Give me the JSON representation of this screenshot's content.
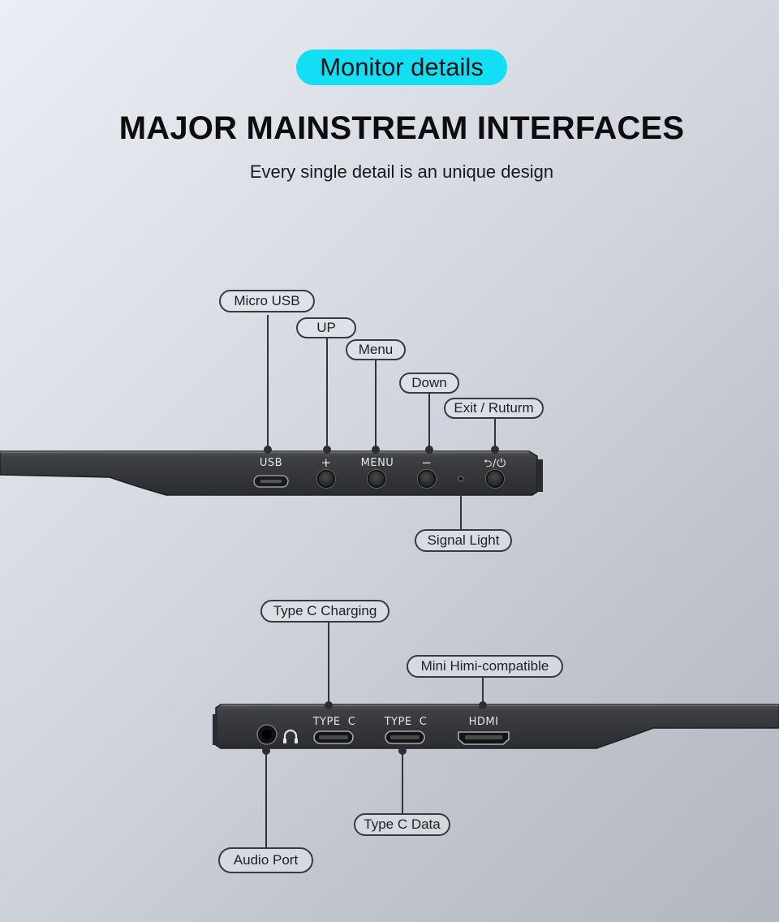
{
  "header": {
    "badge": "Monitor details",
    "title": "MAJOR MAINSTREAM INTERFACES",
    "subtitle": "Every single detail is an unique design"
  },
  "top_side": {
    "callouts": {
      "micro_usb": "Micro USB",
      "up": "UP",
      "menu": "Menu",
      "down": "Down",
      "exit": "Exit / Ruturm",
      "signal": "Signal Light"
    },
    "port_labels": {
      "usb": "USB",
      "plus": "+",
      "menu": "MENU",
      "minus": "−",
      "exit_power": "⮌/⏻"
    }
  },
  "bottom_side": {
    "callouts": {
      "type_c_charging": "Type C Charging",
      "mini_hdmi": "Mini Himi-compatible",
      "type_c_data": "Type C Data",
      "audio": "Audio Port"
    },
    "port_labels": {
      "type_c_1": "TYPE  C",
      "type_c_2": "TYPE  C",
      "hdmi": "HDMI",
      "headphone": "∩"
    }
  },
  "colors": {
    "badge": "#12dff4",
    "device_body": "#3a3c40",
    "background_start": "#eceef5",
    "background_end": "#b3b7bf"
  }
}
